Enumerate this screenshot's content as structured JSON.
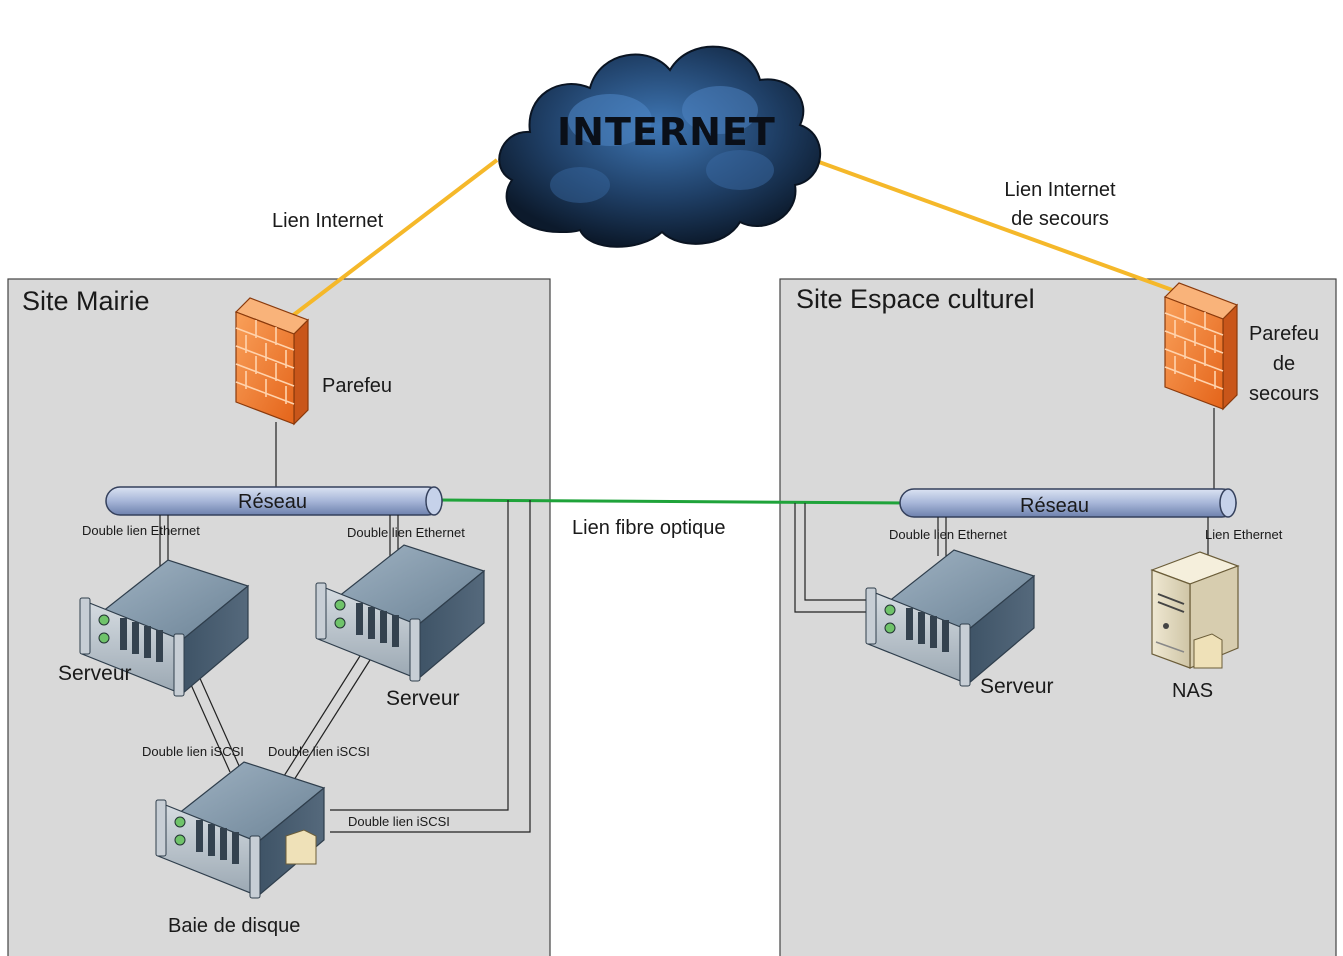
{
  "internet": {
    "label": "INTERNET"
  },
  "sites": {
    "mairie": {
      "title": "Site Mairie"
    },
    "culturel": {
      "title": "Site Espace culturel"
    }
  },
  "links": {
    "internet": "Lien Internet",
    "backup_line1": "Lien Internet",
    "backup_line2": "de secours",
    "fibre": "Lien fibre optique",
    "eth_double_1": "Double lien Ethernet",
    "eth_double_2": "Double lien Ethernet",
    "eth_double_3": "Double lien Ethernet",
    "eth_single": "Lien Ethernet",
    "iscsi_1": "Double lien iSCSI",
    "iscsi_2": "Double lien iSCSI",
    "iscsi_3": "Double lien iSCSI"
  },
  "devices": {
    "firewall": "Parefeu",
    "backup_firewall_line1": "Parefeu",
    "backup_firewall_line2": "de",
    "backup_firewall_line3": "secours",
    "network_left": "Réseau",
    "network_right": "Réseau",
    "server_1": "Serveur",
    "server_2": "Serveur",
    "server_3": "Serveur",
    "storage": "Baie de disque",
    "nas": "NAS"
  },
  "colors": {
    "site_box_fill": "#d9d9d9",
    "internet_link": "#f5b82a",
    "fibre_link": "#1fa33a",
    "network_bus": "#a7b6d8",
    "firewall": "#ee7b2a",
    "cloud": "#1f3f66",
    "server_body": "#5a7186"
  }
}
